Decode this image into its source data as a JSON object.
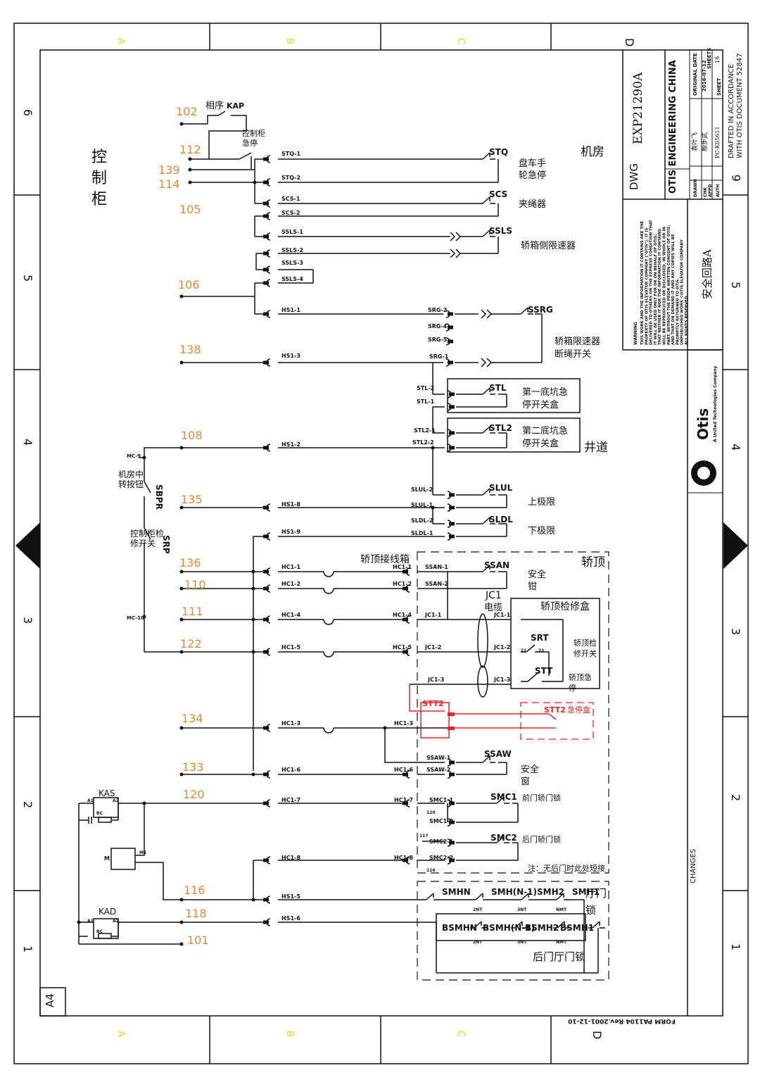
{
  "border": {
    "cols_top": [
      "A",
      "B",
      "C",
      "D"
    ],
    "cols_bottom": [
      "A",
      "B",
      "C",
      "D"
    ],
    "rows_left": [
      "6",
      "5",
      "4",
      "3",
      "2",
      "1"
    ],
    "rows_right": [
      "6",
      "5",
      "4",
      "3",
      "2",
      "1"
    ],
    "size": "A4",
    "form": "FORM PA1104 Rev.2001-12-10"
  },
  "title_block": {
    "dwg_label": "DWG",
    "dwg_number": "EXP21290A",
    "company": "OTIS ENGINEERING CHINA",
    "original_date_label": "ORIGINAL DATE",
    "original_date": "2016-07-12",
    "sheets_label": "SHEETS",
    "sheets_value": "16",
    "sheet_label": "SHEET",
    "sheet_value": "6",
    "drawn_label": "DRAWN",
    "drawn": "袁叶飞",
    "chk_label": "CHK",
    "chk": "殷步武",
    "appd_label": "APPD",
    "appd": "",
    "auth_label": "AUTH",
    "auth": "PC-K05611",
    "drafted1": "DRAFTED IN ACCORDANCE",
    "drafted2": "WITH OTIS DOCUMENT 52847",
    "warning_title": "WARNING",
    "warning_lines": [
      "THIS WORK AND THE INFORMATION IT CONTAINS ARE THE",
      "PROPERTY OF OTIS ELEVATOR COMPANY (\"OTIS\"). IT IS",
      "DELIVERED TO OTHERS ON THE EXPRESS CONDITION THAT",
      "IT WILL BE USED ONLY FOR OR ON BEHALF OF OTIS;",
      "THAT NEITHER IT NOR THE INFORMATION IT CONTAINS",
      "WILL BE REPRODUCED OR DISCLOSED, IN WHOLE OR IN",
      "PART, WITHOUT THE PRIOR WRITTEN CONSENT OF OTIS;",
      "AND THAT ON DEMAND IT AND ANY COPIES WILL BE",
      "PROMPTLY RETURNED TO OTIS.",
      "UNPUBLISHED WORK ©OTIS ELEVATOR COMPANY",
      "ALL RIGHTS RESERVED."
    ],
    "drawing_title": "安全回路A",
    "logo_text": "Otis",
    "logo_sub": "A United Technologies Company",
    "changes": "CHANGES"
  },
  "areas": {
    "control_cabinet": "控\n制\n柜",
    "machine_room": "机房",
    "hoistway": "井道",
    "car_top": "轿顶",
    "car_top_junction": "轿顶接线箱",
    "landing_lock": "厅门\n锁",
    "rear_landing_lock": "后门厅门锁"
  },
  "wire_numbers": [
    "102",
    "112",
    "139",
    "114",
    "105",
    "106",
    "138",
    "108",
    "135",
    "136",
    "110",
    "111",
    "122",
    "134",
    "133",
    "120",
    "116",
    "118",
    "101"
  ],
  "devices": {
    "KAP": "KAP",
    "phase": "相序",
    "cab_estop": "控制柜\n急停",
    "STQ": "STQ",
    "STQ_desc": "盘车手\n轮急停",
    "SCS": "SCS",
    "SCS_desc": "夹绳器",
    "SSLS": "SSLS",
    "SSLS_desc": "轿箱侧限速器",
    "SSRG": "SSRG",
    "SSRG_desc": "轿箱限速器\n断绳开关",
    "STL": "STL",
    "STL_desc": "第一底坑急\n停开关盒",
    "STL2": "STL2",
    "STL2_desc": "第二底坑急\n停开关盒",
    "SLUL": "SLUL",
    "SLUL_desc": "上极限",
    "SLDL": "SLDL",
    "SLDL_desc": "下极限",
    "SBPR": "SBPR",
    "SBPR_desc": "机房中\n转按钮",
    "SRP": "SRP",
    "SRP_desc": "控制柜检\n修开关",
    "SSAN": "SSAN",
    "SSAN_desc": "安全\n钳",
    "JC1": "JC1",
    "JC1_desc": "电缆",
    "inspection_box": "轿顶检修盒",
    "SRT": "SRT",
    "SRT_desc": "轿顶检\n修开关",
    "STT": "STT",
    "STT_desc": "轿顶急\n停",
    "STT2": "STT2",
    "STT2_desc": "急停盒",
    "SSAW": "SSAW",
    "SSAW_desc": "安全\n窗",
    "SMC1": "SMC1",
    "SMC1_desc": "前门轿门锁",
    "SMC2": "SMC2",
    "SMC2_desc": "后门轿门锁",
    "note": "注：无后门时此处短接",
    "KAS": "KAS",
    "KAD": "KAD",
    "SMHN": "SMHN",
    "SMHN1": "SMH(N-1)",
    "SMH2": "SMH2",
    "SMH1": "SMH1",
    "BSMHN": "BSMHN",
    "BSMHN1": "BSMH(N-1)",
    "BSMH2": "BSMH2",
    "BSMH1": "BSMH1"
  }
}
